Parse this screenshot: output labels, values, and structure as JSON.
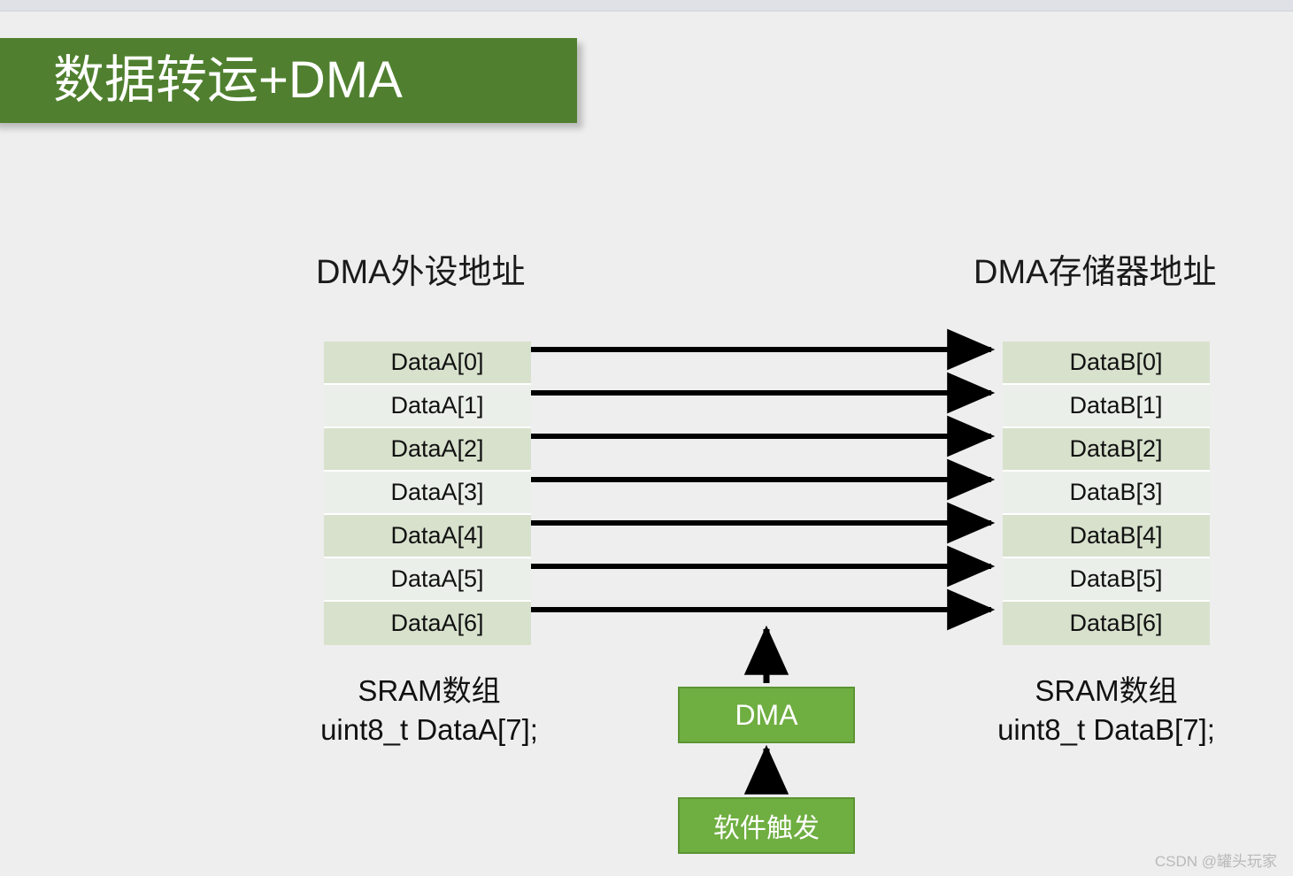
{
  "window": {
    "top_strip_color": "#dfe1e6",
    "background_color": "#eeeeee"
  },
  "slide": {
    "title": "数据转运+DMA",
    "title_banner_color": "#50802f",
    "title_text_color": "#ffffff"
  },
  "headings": {
    "left": "DMA外设地址",
    "right": "DMA存储器地址"
  },
  "tables": {
    "row_color_odd": "#d7e1cc",
    "row_color_even": "#eaefe9",
    "left": {
      "cells": [
        "DataA[0]",
        "DataA[1]",
        "DataA[2]",
        "DataA[3]",
        "DataA[4]",
        "DataA[5]",
        "DataA[6]"
      ]
    },
    "right": {
      "cells": [
        "DataB[0]",
        "DataB[1]",
        "DataB[2]",
        "DataB[3]",
        "DataB[4]",
        "DataB[5]",
        "DataB[6]"
      ]
    }
  },
  "arrows": {
    "count": 7,
    "direction": "left-to-right",
    "color": "#000000"
  },
  "captions": {
    "left_line1": "SRAM数组",
    "left_line2": "uint8_t DataA[7];",
    "right_line1": "SRAM数组",
    "right_line2": "uint8_t DataB[7];"
  },
  "boxes": {
    "dma_label": "DMA",
    "trigger_label": "软件触发",
    "fill_color": "#6fae41",
    "border_color": "#5b9434",
    "text_color": "#ffffff"
  },
  "watermark": {
    "text": "CSDN @罐头玩家",
    "color": "#b9b9b9"
  }
}
